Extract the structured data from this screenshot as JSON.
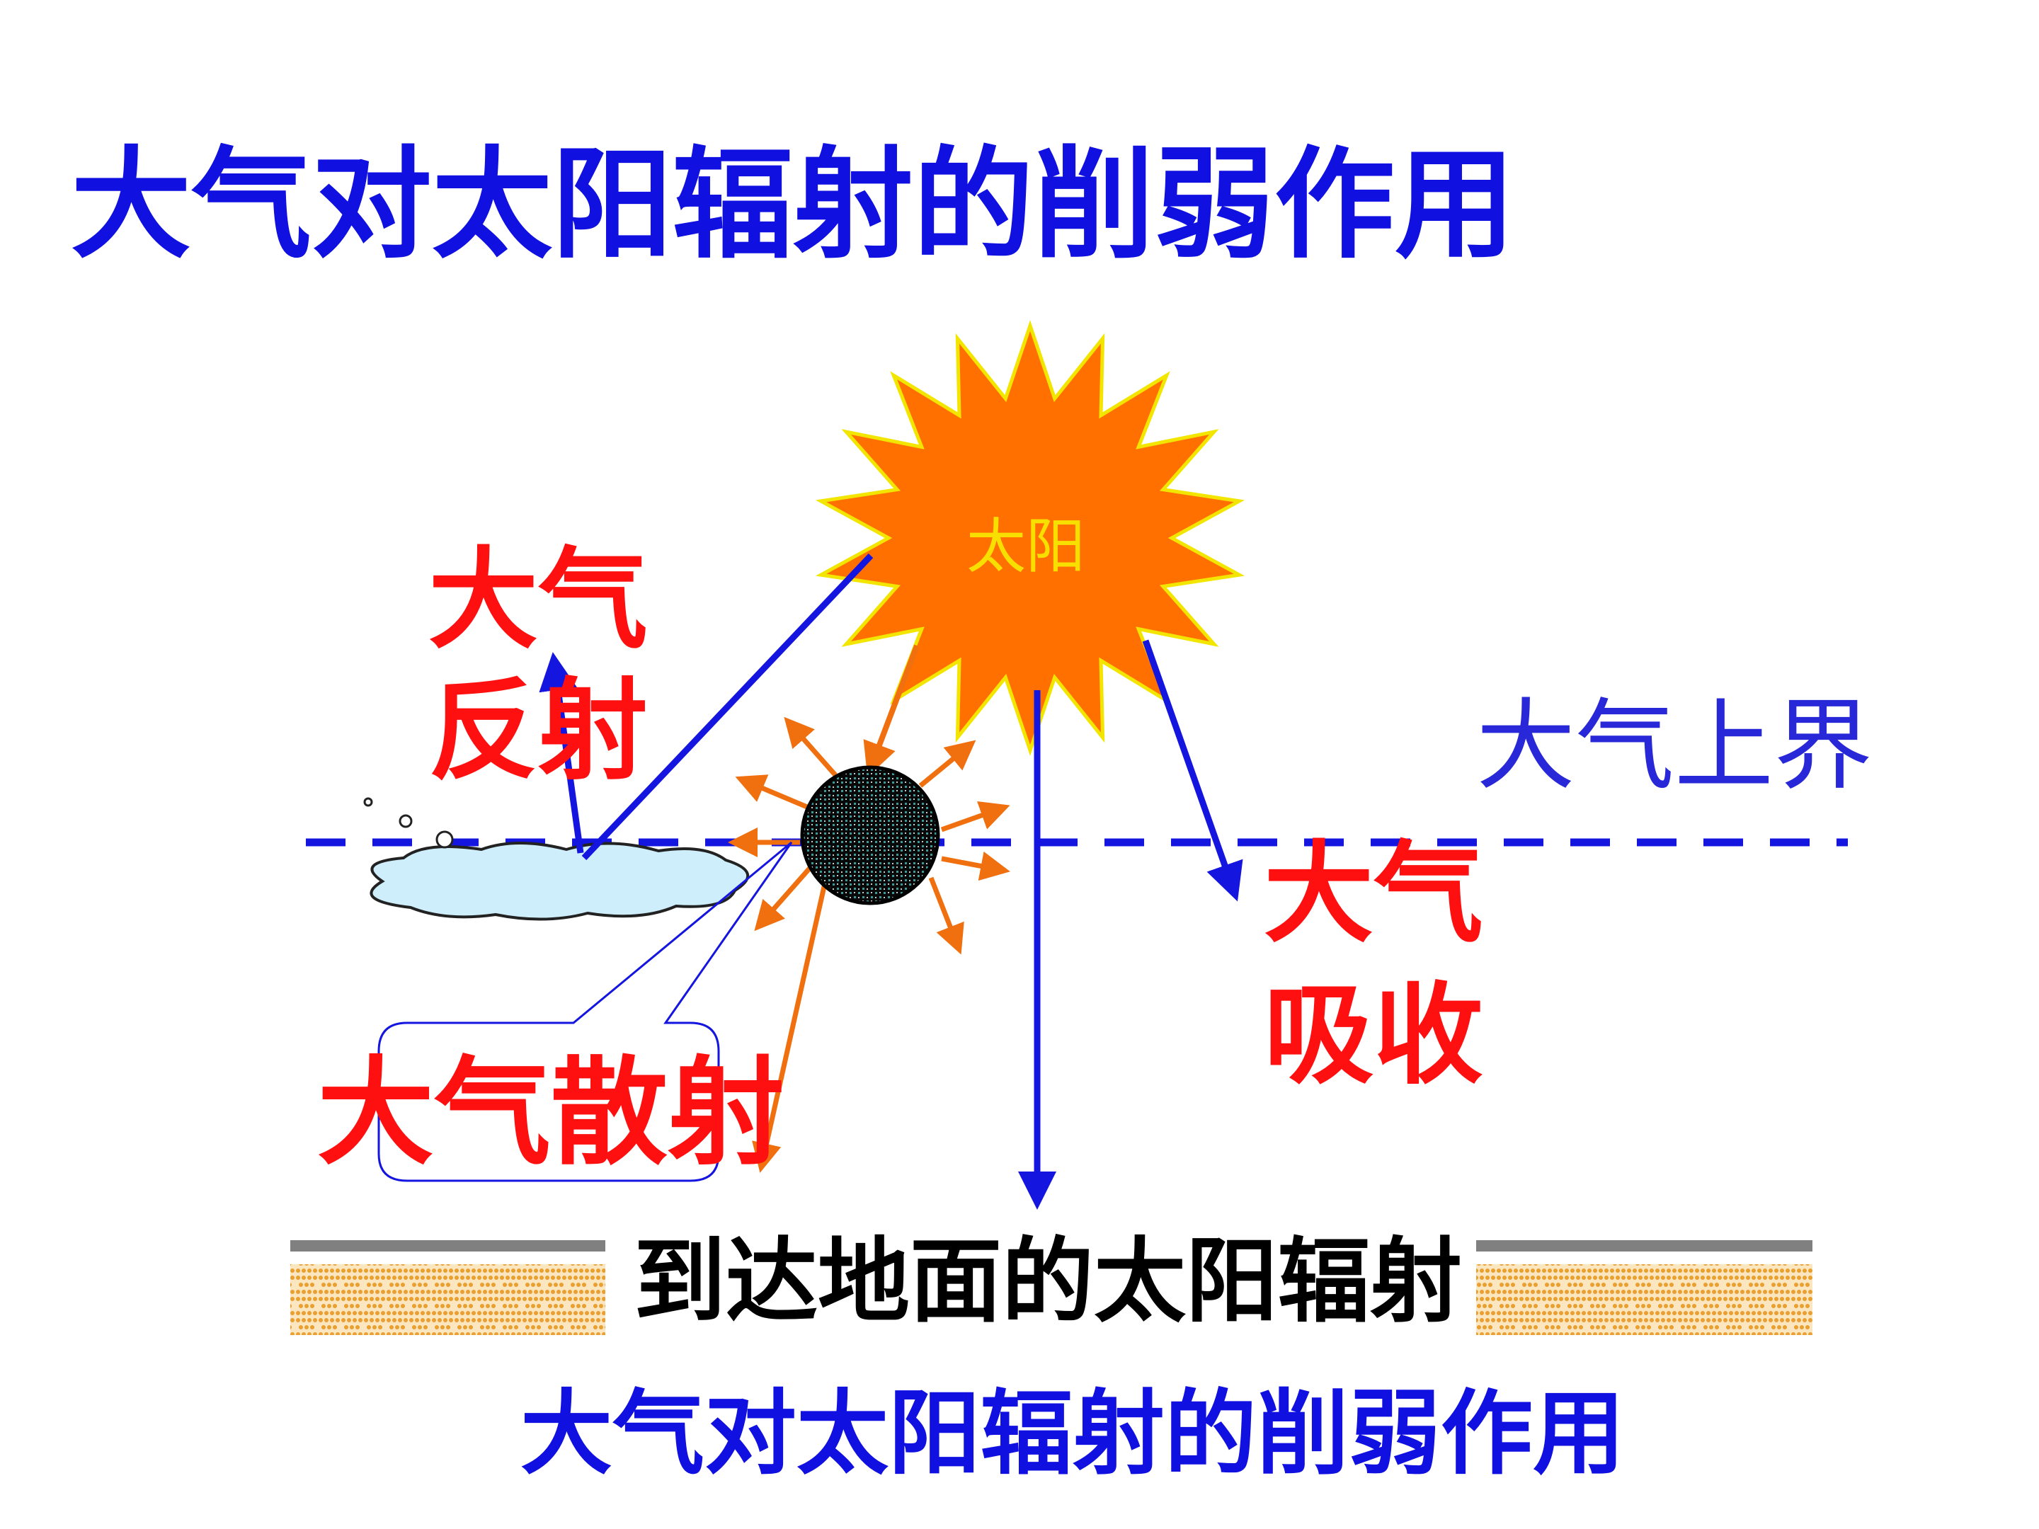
{
  "title": "大气对太阳辐射的削弱作用",
  "caption": "大气对太阳辐射的削弱作用",
  "sun_label": "太阳",
  "boundary_label": "大气上界",
  "ground_label": "到达地面的太阳辐射",
  "labels": {
    "reflection": [
      "大气",
      "反射"
    ],
    "absorption": [
      "大气",
      "吸收"
    ],
    "scattering": "大气散射"
  },
  "colors": {
    "title": "#1010e0",
    "process_labels": "#ff1010",
    "arrows_blue": "#1515e0",
    "arrows_orange": "#f07010",
    "sun_fill": "#ff7000",
    "sun_text": "#f7e000",
    "cloud": "#cfeefc"
  },
  "icons": [
    "sun-icon",
    "cloud-icon",
    "particle-icon",
    "ground-icon"
  ]
}
